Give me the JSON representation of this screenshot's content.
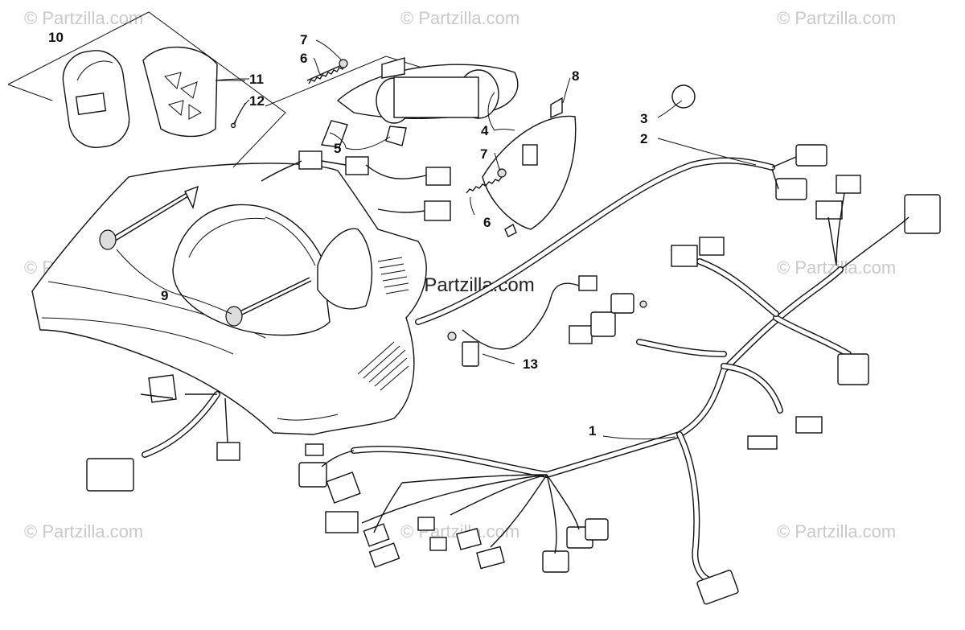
{
  "watermark": {
    "text": "© Partzilla.com",
    "center_text": "© Partzilla.com"
  },
  "callouts": [
    {
      "id": "c1",
      "label": "1"
    },
    {
      "id": "c2",
      "label": "2"
    },
    {
      "id": "c3",
      "label": "3"
    },
    {
      "id": "c4",
      "label": "4"
    },
    {
      "id": "c5",
      "label": "5"
    },
    {
      "id": "c6a",
      "label": "6"
    },
    {
      "id": "c6b",
      "label": "6"
    },
    {
      "id": "c7a",
      "label": "7"
    },
    {
      "id": "c7b",
      "label": "7"
    },
    {
      "id": "c8",
      "label": "8"
    },
    {
      "id": "c9",
      "label": "9"
    },
    {
      "id": "c10",
      "label": "10"
    },
    {
      "id": "c11",
      "label": "11"
    },
    {
      "id": "c12",
      "label": "12"
    },
    {
      "id": "c13",
      "label": "13"
    }
  ]
}
